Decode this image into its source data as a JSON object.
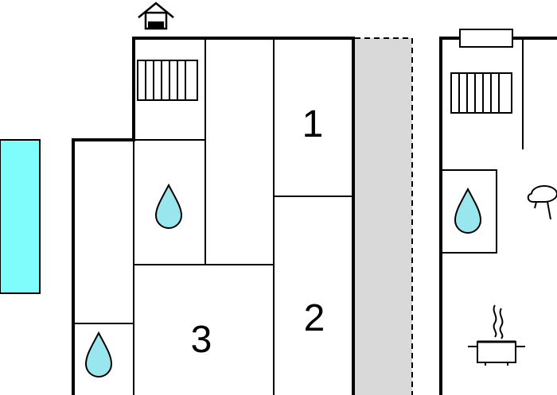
{
  "rooms": [
    {
      "label": "1"
    },
    {
      "label": "2"
    },
    {
      "label": "3"
    }
  ],
  "icons": {
    "entrance": "house-entrance-icon",
    "radiator": "radiator-icon",
    "water": "water-drop-icon",
    "seat": "armchair-icon",
    "cooking": "cooking-pot-icon"
  },
  "colors": {
    "pool": "#7ffcfc",
    "water": "#99e6ee",
    "walkway": "#d9d9d9",
    "wall": "#000000"
  }
}
